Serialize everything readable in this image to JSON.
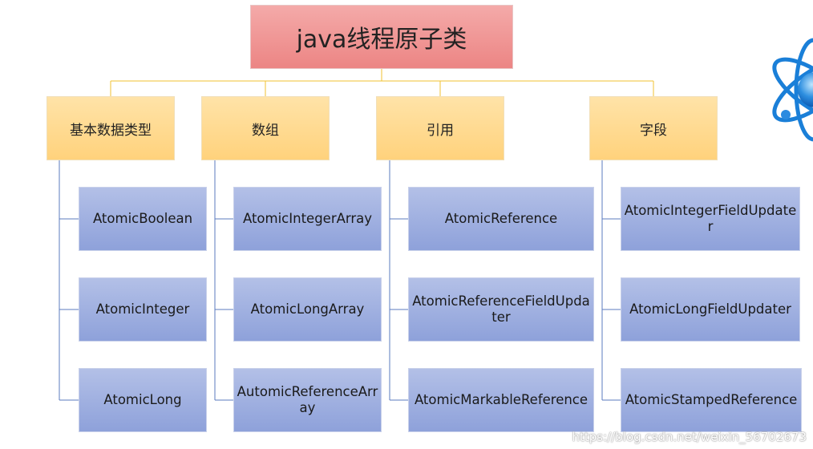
{
  "root": {
    "label": "java线程原子类"
  },
  "categories": [
    {
      "label": "基本数据类型",
      "items": [
        "AtomicBoolean",
        "AtomicInteger",
        "AtomicLong"
      ]
    },
    {
      "label": "数组",
      "items": [
        "AtomicIntegerArray",
        "AtomicLongArray",
        "AutomicReferenceArray"
      ]
    },
    {
      "label": "引用",
      "items": [
        "AtomicReference",
        "AtomicReferenceFieldUpdater",
        "AtomicMarkableReference"
      ]
    },
    {
      "label": "字段",
      "items": [
        "AtomicIntegerFieldUpdater",
        "AtomicLongFieldUpdater",
        "AtomicStampedReference"
      ]
    }
  ],
  "watermark": "https://blog.csdn.net/weixin_56702673",
  "colors": {
    "root_fill": "#ee8a89",
    "category_fill": "#ffd788",
    "leaf_fill": "#9fafdf",
    "top_connector": "#f2c230",
    "tree_connector": "#5b7bbf"
  },
  "icons": {
    "decoration": "atom-icon"
  }
}
